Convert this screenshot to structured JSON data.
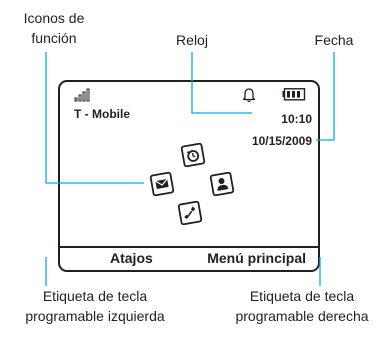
{
  "callouts": {
    "feature_icons": [
      "Iconos de",
      "función"
    ],
    "clock": "Reloj",
    "date": "Fecha",
    "left_soft_key": [
      "Etiqueta de tecla",
      "programable izquierda"
    ],
    "right_soft_key": [
      "Etiqueta de tecla",
      "programable derecha"
    ]
  },
  "screen": {
    "carrier": "T - Mobile",
    "time": "10:10",
    "date": "10/15/2009",
    "soft_left": "Atajos",
    "soft_right": "Menú principal"
  },
  "icons": [
    "signal-icon",
    "alarm-bell-icon",
    "battery-icon",
    "recent-calls-icon",
    "messages-icon",
    "contacts-icon",
    "phone-icon"
  ],
  "colors": {
    "ink": "#231f20",
    "callout_line": "#00aeef"
  }
}
